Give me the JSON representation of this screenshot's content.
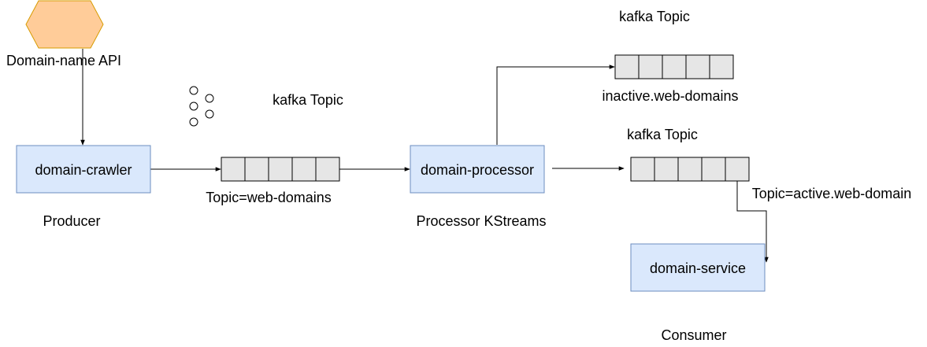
{
  "colors": {
    "box_fill": "#dae8fc",
    "box_stroke": "#6c8ebf",
    "api_fill": "#ffcc99",
    "api_stroke": "#d79b00",
    "queue_fill": "#e6e6e6",
    "line": "#000000"
  },
  "nodes": {
    "api": {
      "label": "Domain-name API",
      "shape": "hexagon"
    },
    "crawler": {
      "label": "domain-crawler",
      "role": "Producer"
    },
    "processor": {
      "label": "domain-processor",
      "role": "Processor KStreams"
    },
    "service": {
      "label": "domain-service",
      "role": "Consumer"
    }
  },
  "topics": {
    "web_domains": {
      "header": "kafka Topic",
      "label": "Topic=web-domains",
      "cells": 5
    },
    "inactive": {
      "header": "kafka Topic",
      "label": "inactive.web-domains",
      "cells": 5
    },
    "active": {
      "header": "kafka Topic",
      "label": "Topic=active.web-domain",
      "cells": 5
    }
  },
  "edges": [
    {
      "from": "api",
      "to": "crawler"
    },
    {
      "from": "crawler",
      "to": "web_domains"
    },
    {
      "from": "web_domains",
      "to": "processor"
    },
    {
      "from": "processor",
      "to": "inactive"
    },
    {
      "from": "processor",
      "to": "active"
    },
    {
      "from": "active",
      "to": "service"
    }
  ]
}
